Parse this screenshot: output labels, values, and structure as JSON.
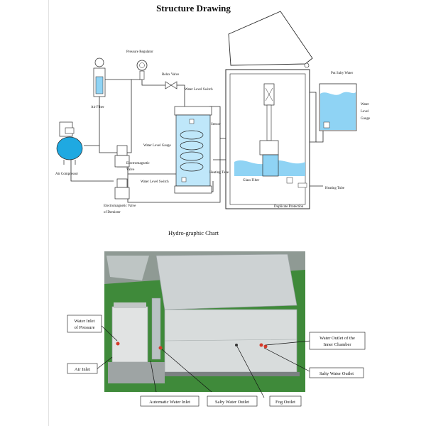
{
  "structure": {
    "title": "Structure Drawing",
    "labels": {
      "pressure_regulator": "Pressure Regulator",
      "relax_valve": "Relax Valve",
      "air_filter": "Air Filter",
      "water_level_switch_top": "Water Level Switch",
      "sensor": "Sensor",
      "water_level_gauge": "Water Level Gauge",
      "heating_tube_inner": "Heating Tube",
      "water_level_switch_bottom": "Water Level Switch",
      "air_compressor": "Air Compressor",
      "electromagnetic_valve_1": "Electromagnetic",
      "electromagnetic_valve_2": "Valve",
      "electromagnetic_valve_demister_1": "Electromagnetic Valve",
      "electromagnetic_valve_demister_2": "of Demister",
      "put_salty_water": "Put Salty Water",
      "water_level_gauge_right_1": "Water",
      "water_level_gauge_right_2": "Level",
      "water_level_gauge_right_3": "Gauge",
      "glass_filter": "Glass Filter",
      "heating_tube_right": "Heating Tube",
      "duplicate_protection": "Duplicate Protection"
    }
  },
  "hydro": {
    "title": "Hydro-graphic Chart",
    "labels": {
      "water_inlet_pressure_1": "Water Inlet",
      "water_inlet_pressure_2": "of Pressure",
      "air_inlet": "Air Inlet",
      "automatic_water_inlet": "Automatic Water Inlet",
      "salty_water_outlet_bottom": "Salty Water Outlet",
      "fog_outlet": "Fog Outlet",
      "water_outlet_inner_1": "Water Outlet of the",
      "water_outlet_inner_2": "Inner Chamber",
      "salty_water_outlet_right": "Salty Water Outlet"
    }
  },
  "colors": {
    "line": "#2a2a2a",
    "water": "#8fd3f4",
    "water_dark": "#1fa0d8",
    "machine": "#d8d8d8",
    "ground": "#3f8a3a"
  }
}
